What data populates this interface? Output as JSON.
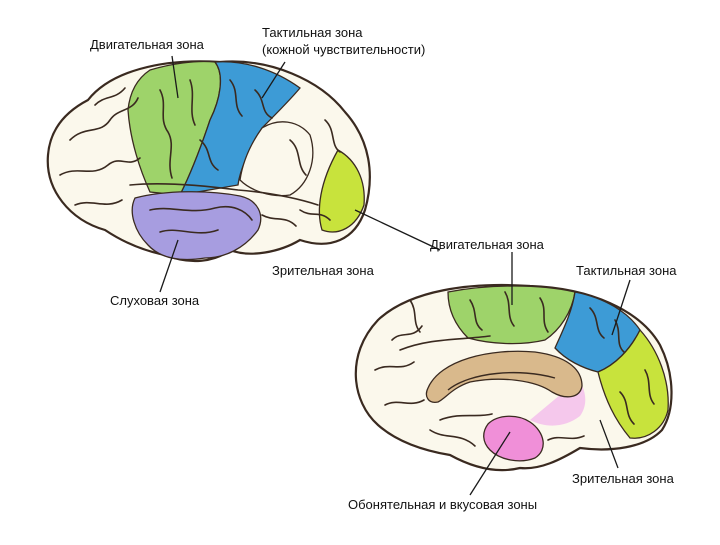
{
  "colors": {
    "motor": "#9ed36a",
    "tactile": "#3d9bd6",
    "visual": "#c8e33c",
    "auditory": "#a79de0",
    "olfactory": "#f08fd8",
    "cortex": "#fbf8ec",
    "outline": "#3a2a20",
    "corpus": "#d9b98c"
  },
  "lateral": {
    "motor": "Двигательная зона",
    "tactile_line1": "Тактильная зона",
    "tactile_line2": "(кожной чувствительности)",
    "visual": "Зрительная зона",
    "auditory": "Слуховая зона"
  },
  "medial": {
    "motor": "Двигательная зона",
    "tactile": "Тактильная зона",
    "visual": "Зрительная зона",
    "olfactory": "Обонятельная и вкусовая зоны"
  }
}
